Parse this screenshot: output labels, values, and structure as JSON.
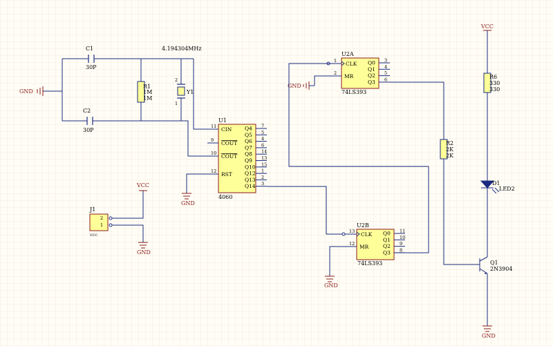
{
  "grid": {
    "color": "#ebe6d8"
  },
  "crystal_freq": "4.194304MHz",
  "components": {
    "c1": {
      "ref": "C1",
      "value": "30P"
    },
    "c2": {
      "ref": "C2",
      "value": "30P"
    },
    "r1": {
      "ref": "R1",
      "value1": "1M",
      "value2": "1M"
    },
    "y1": {
      "ref": "Y1",
      "pin_top": "2",
      "pin_bottom": "1"
    },
    "r6": {
      "ref": "R6",
      "value1": "330",
      "value2": "330"
    },
    "r2": {
      "ref": "R2",
      "value1": "2K",
      "value2": "2K"
    },
    "d1": {
      "ref": "D1",
      "value": "LED2"
    },
    "q1": {
      "ref": "Q1",
      "value": "2N3904"
    },
    "j1": {
      "ref": "J1",
      "value": "VCC",
      "pins": [
        "2",
        "1"
      ]
    }
  },
  "u1": {
    "ref": "U1",
    "part": "4060",
    "left_pins": [
      {
        "num": "11",
        "label": "CIN"
      },
      {
        "num": "9",
        "label": "COUT"
      },
      {
        "num": "10",
        "label": "COUT"
      },
      {
        "num": "12",
        "label": "RST"
      }
    ],
    "right_pins": [
      {
        "num": "7",
        "label": "Q4"
      },
      {
        "num": "5",
        "label": "Q5"
      },
      {
        "num": "4",
        "label": "Q6"
      },
      {
        "num": "6",
        "label": "Q7"
      },
      {
        "num": "14",
        "label": "Q8"
      },
      {
        "num": "13",
        "label": "Q9"
      },
      {
        "num": "15",
        "label": "Q10"
      },
      {
        "num": "1",
        "label": "Q12"
      },
      {
        "num": "2",
        "label": "Q13"
      },
      {
        "num": "3",
        "label": "Q14"
      }
    ]
  },
  "u2a": {
    "ref": "U2A",
    "part": "74LS393",
    "left_pins": [
      {
        "num": "1",
        "label": "CLK"
      },
      {
        "num": "2",
        "label": "MR"
      }
    ],
    "right_pins": [
      {
        "num": "3",
        "label": "Q0"
      },
      {
        "num": "4",
        "label": "Q1"
      },
      {
        "num": "5",
        "label": "Q2"
      },
      {
        "num": "6",
        "label": "Q3"
      }
    ]
  },
  "u2b": {
    "ref": "U2B",
    "part": "74LS393",
    "left_pins": [
      {
        "num": "13",
        "label": "CLK"
      },
      {
        "num": "12",
        "label": "MR"
      }
    ],
    "right_pins": [
      {
        "num": "11",
        "label": "Q0"
      },
      {
        "num": "10",
        "label": "Q1"
      },
      {
        "num": "9",
        "label": "Q2"
      },
      {
        "num": "8",
        "label": "Q3"
      }
    ]
  },
  "power": {
    "gnd": "GND",
    "vcc": "VCC"
  }
}
